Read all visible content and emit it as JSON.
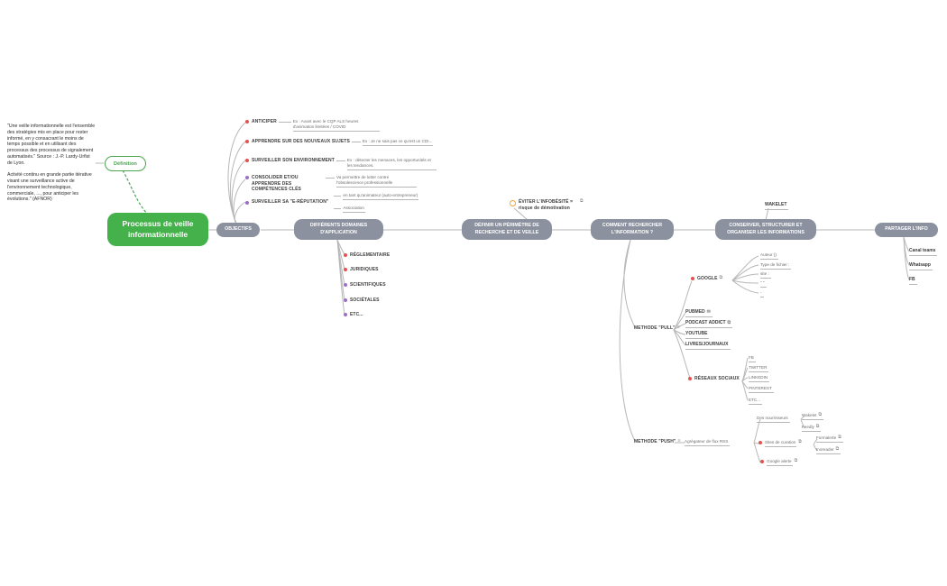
{
  "colors": {
    "root-green": "#45b14b",
    "def-green": "#4aa54f",
    "topic-gray": "#8b919e",
    "line-gray": "#b7b7b7",
    "label-dark": "#3d3d3d",
    "leaf-gray": "#6e6e6e",
    "link-gray": "#8d8d8d",
    "red": "#e0534e",
    "purple": "#9b6fc9",
    "orange": "#f2a33c"
  },
  "icons": {
    "link": "⧉",
    "note": "≡",
    "envelope": "✉"
  },
  "root": {
    "title": "Processus de veille informationnelle"
  },
  "definition": {
    "node_label": "Définition",
    "quote1": "\"Une veille informationnelle est l'ensemble des stratégies mis en place pour rester informé, en y consacrant le moins de temps possible et en utilisant des processus des processus de signalement automatisés.\" Source : J.-P. Lardy-Urfist de Lyon.",
    "quote2": "Activité continu en grande partie itérative visant une surveillance active de l'environnement technologique, commerciale, ..., pour anticiper les évolutions.\" (AFNOR)"
  },
  "objectifs": {
    "label": "OBJECTIFS",
    "items": [
      {
        "label": "ANTICIPER",
        "desc": "Ex : Avant avec le CQP ALS heures d'animation limitées / COVID"
      },
      {
        "label": "APPRENDRE SUR DES NOUVEAUX SUJETS",
        "desc": "Ex : Je ne sais pas ce qu'est un CDI..."
      },
      {
        "label": "SURVEILLER SON ENVIRONNEMENT",
        "desc": "Ex : détecter les menaces, les opportunités et les tendances."
      },
      {
        "label": "CONSOLIDER ET/OU APPRENDRE DES COMPÉTENCES CLÉS",
        "desc": "Va permettre de lutter contre l'obsolescence professionnelle"
      },
      {
        "label": "SURVEILLER SA \"E-RÉPUTATION\"",
        "desc": "en tant qu'animateur (auto-entrepreneur)",
        "desc2": "Association"
      }
    ]
  },
  "domaines": {
    "label": "DIFFÉRENTS DOMAINES D'APPLICATION",
    "items": [
      "RÉGLEMENTAIRE",
      "JURIDIQUES",
      "SCIENTIFIQUES",
      "SOCIÉTALES",
      "ETC..."
    ]
  },
  "perimetre": {
    "label": "DÉFINIR UN PÉRIMÈTRE DE RECHERCHE ET DE VEILLE",
    "warning": "ÉVITER L'INFOBÉSITÉ = risque de démotivation"
  },
  "recherche": {
    "label": "COMMENT RECHERCHER L'INFORMATION ?",
    "pull": {
      "label": "METHODE \"PULL\"",
      "google": {
        "label": "GOOGLE",
        "operators": [
          "Auteur ()",
          "Type de fichier :",
          "site :",
          "\" \"",
          "-"
        ]
      },
      "sources": [
        "PUBMED",
        "PODCAST ADDICT",
        "YOUTUBE",
        "LIVRES/JOURNAUX"
      ],
      "reseaux": {
        "label": "RÉSEAUX SOCIAUX",
        "items": [
          "FB",
          "TWITTER",
          "LINKEDIN",
          "PINTEREST",
          "ETC..."
        ]
      }
    },
    "push": {
      "label": "METHODE \"PUSH\"",
      "rss": {
        "label": "Agrégateur de flux RSS",
        "nourrisseurs": {
          "label": "Des nourrisseurs",
          "items": [
            "Wakelet",
            "Feedly"
          ]
        },
        "curation": {
          "label": "Sites de curation",
          "items": [
            "Formalerte",
            "Inoreader"
          ]
        },
        "alerte": "Google alerte"
      }
    }
  },
  "conserver": {
    "label": "CONSERVER, STRUCTURER ET ORGANISER LES INFORMATIONS",
    "items": [
      "WAKELET"
    ]
  },
  "partager": {
    "label": "PARTAGER L'INFO",
    "items": [
      "Canal teams",
      "Whatsapp",
      "FB"
    ]
  }
}
